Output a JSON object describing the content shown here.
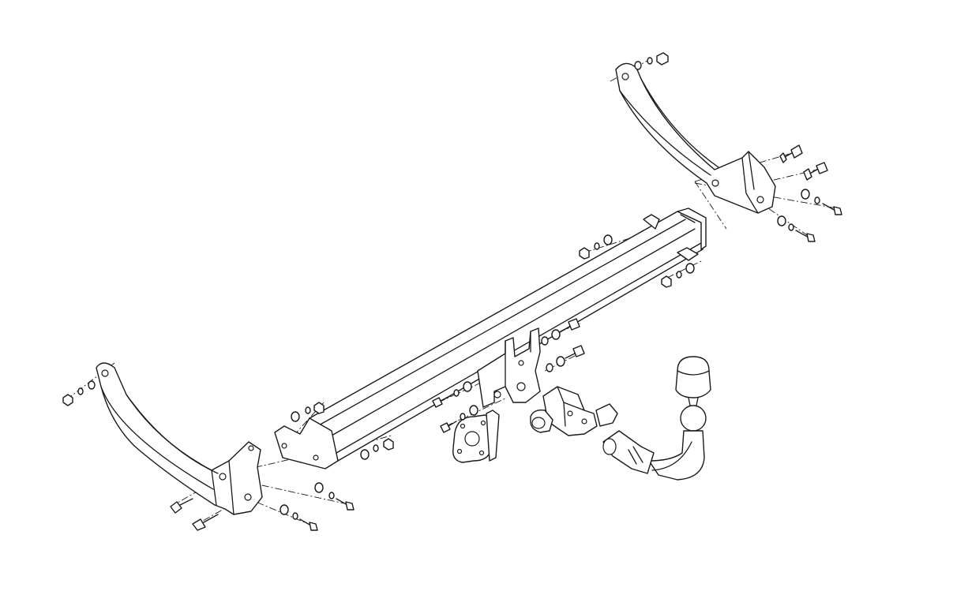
{
  "diagram": {
    "type": "exploded-assembly-drawing",
    "colors": {
      "background": "#ffffff",
      "line": "#1a1a1a"
    },
    "parts": [
      "crossbar-tube",
      "right-side-arm",
      "left-side-arm",
      "center-mounting-bracket",
      "electrical-socket-plate",
      "electrical-socket",
      "detachable-tow-ball",
      "bolt-nut-washer-sets"
    ]
  }
}
